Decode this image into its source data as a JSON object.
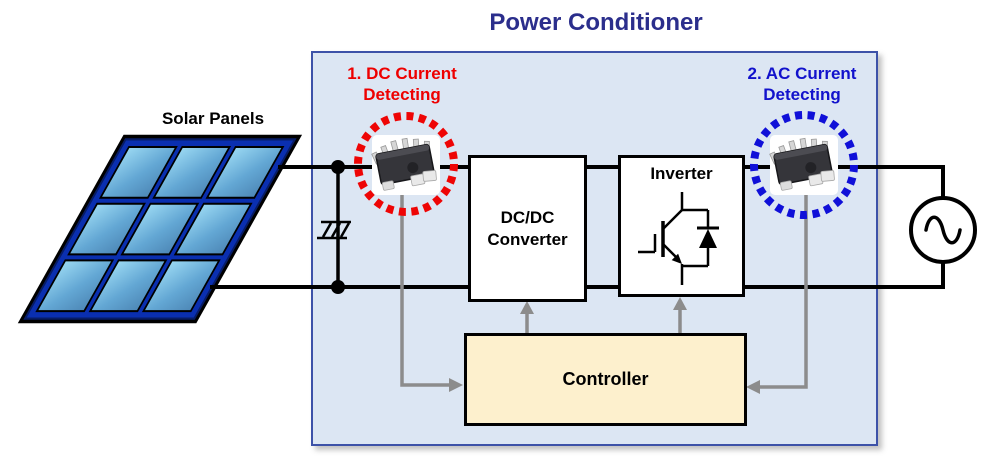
{
  "diagram": {
    "title": "Power Conditioner",
    "solar_panels_label": "Solar Panels",
    "dc_detecting": {
      "line1": "1. DC Current",
      "line2": "Detecting"
    },
    "ac_detecting": {
      "line1": "2. AC Current",
      "line2": "Detecting"
    },
    "blocks": {
      "dcdc": {
        "line1": "DC/DC",
        "line2": "Converter"
      },
      "inverter": {
        "label": "Inverter"
      },
      "controller": {
        "label": "Controller"
      }
    },
    "icons": [
      "solar-panel-illustration",
      "dc-current-sensor-chip",
      "ac-current-sensor-chip",
      "igbt-with-diode-symbol",
      "ac-source-symbol",
      "ground-tap-symbol"
    ],
    "colors": {
      "title_navy": "#2b2e8c",
      "dc_red": "#ee0000",
      "ac_blue": "#1212cc",
      "pc_fill": "#dce6f3",
      "pc_border": "#3d52a8",
      "controller_fill": "#fdf0cd",
      "signal_gray": "#8c8c8c",
      "panel_frame_blue": "#0a2fb0",
      "panel_cell_light": "#9ad8f2",
      "panel_cell_dark": "#4d87b6"
    }
  }
}
